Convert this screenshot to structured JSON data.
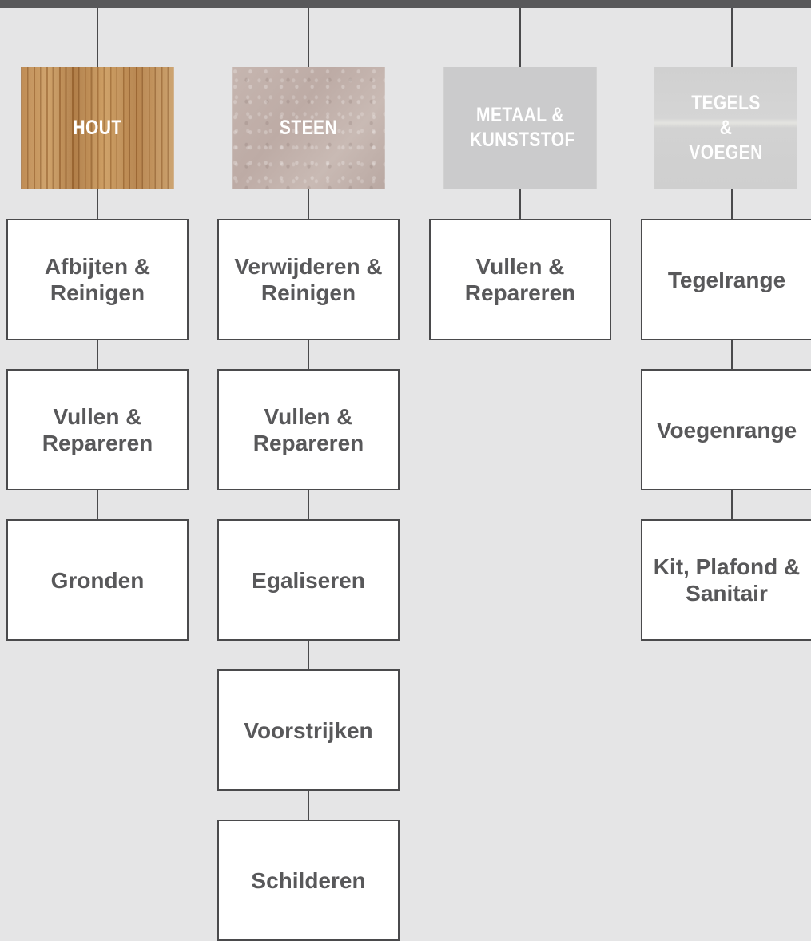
{
  "colors": {
    "background": "#e5e5e6",
    "topbar": "#58585a",
    "connector": "#4a4a4c",
    "box_text": "#58585a",
    "category_text": "#ffffff"
  },
  "categories": [
    {
      "label": "HOUT",
      "texture": "wood"
    },
    {
      "label": "STEEN",
      "texture": "stone"
    },
    {
      "label": "METAAL & KUNSTSTOF",
      "texture": "grey"
    },
    {
      "label": "TEGELS & VOEGEN",
      "texture": "tiles"
    }
  ],
  "hout": [
    "Afbijten & Reinigen",
    "Vullen & Repareren",
    "Gronden"
  ],
  "steen": [
    "Verwijderen & Reinigen",
    "Vullen & Repareren",
    "Egaliseren",
    "Voorstrijken",
    "Schilderen"
  ],
  "metaal": [
    "Vullen & Repareren"
  ],
  "tegels": [
    "Tegelrange",
    "Voegenrange",
    "Kit, Plafond & Sanitair"
  ]
}
